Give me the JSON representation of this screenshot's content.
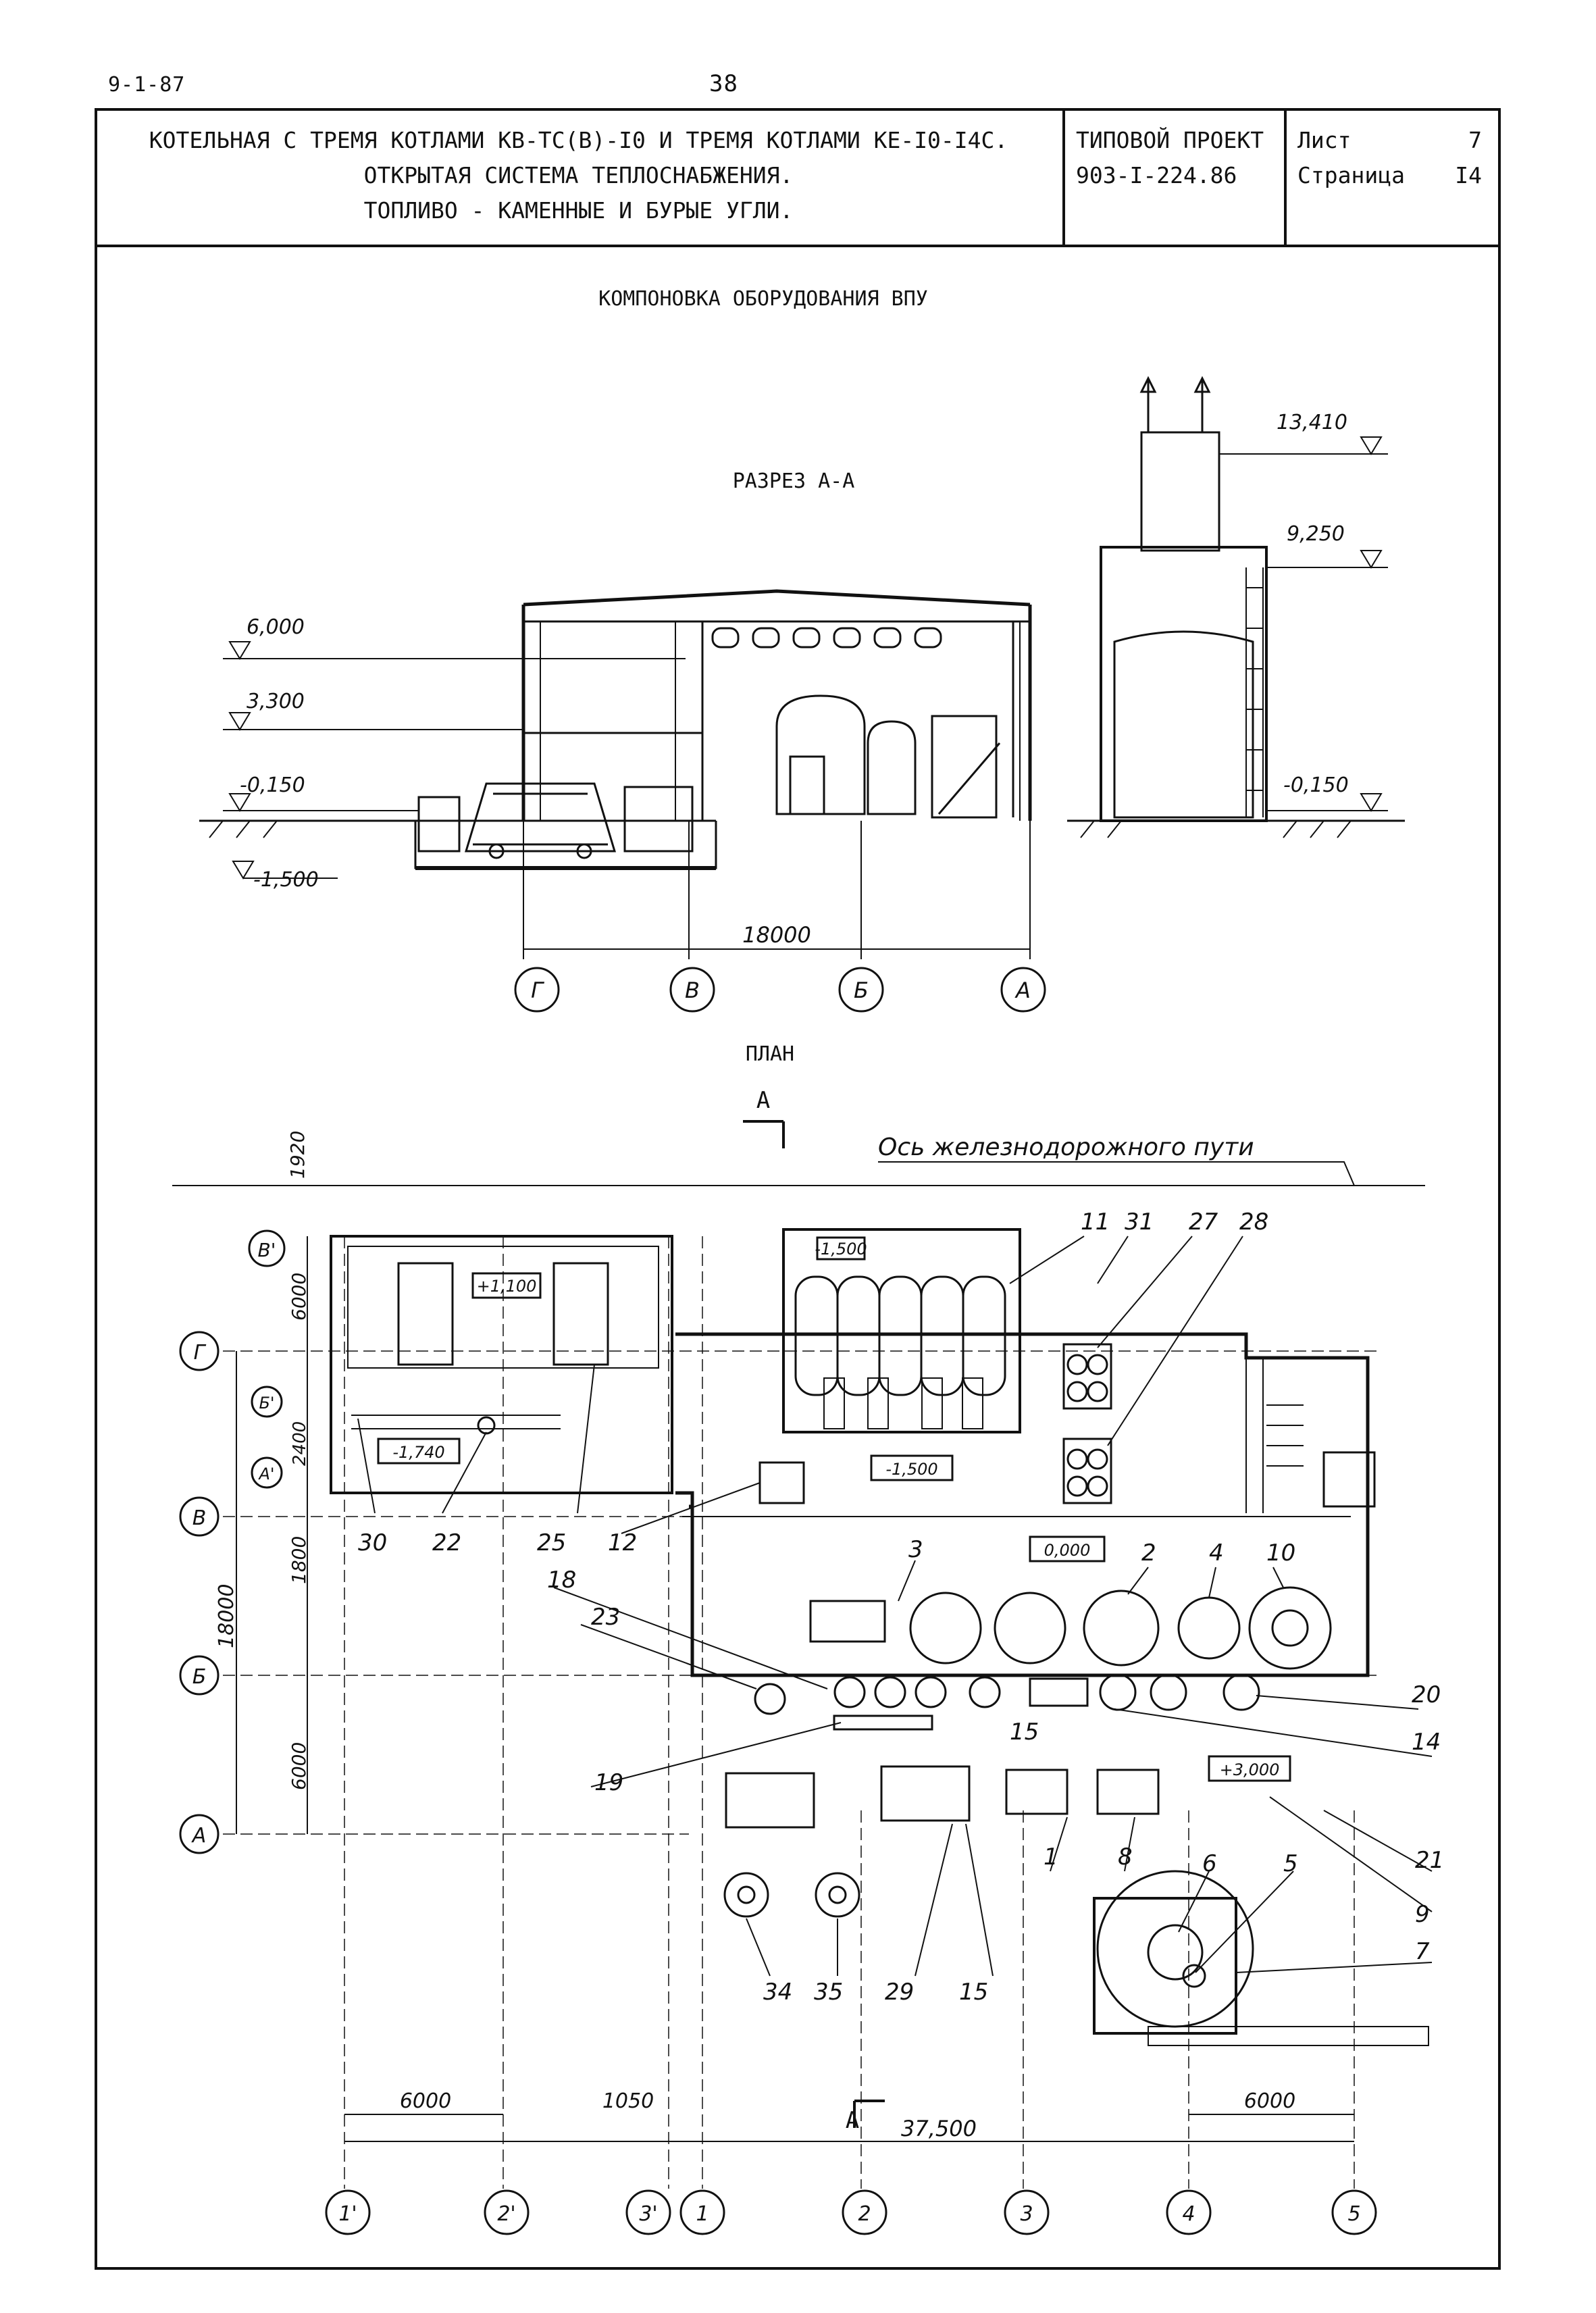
{
  "header": {
    "doc_code": "9-1-87",
    "page_number": "38"
  },
  "title_block": {
    "description_lines": [
      "КОТЕЛЬНАЯ С ТРЕМЯ КОТЛАМИ КВ-ТС(В)-I0 И ТРЕМЯ КОТЛАМИ КЕ-I0-I4С.",
      "ОТКРЫТАЯ СИСТЕМА ТЕПЛОСНАБЖЕНИЯ.",
      "ТОПЛИВО - КАМЕННЫЕ И БУРЫЕ УГЛИ."
    ],
    "project_label": "ТИПОВОЙ ПРОЕКТ",
    "project_number": "903-I-224.86",
    "sheet_label": "Лист",
    "sheet_value": "7",
    "page_label": "Страница",
    "page_value": "I4"
  },
  "drawing": {
    "main_title": "КОМПОНОВКА ОБОРУДОВАНИЯ ВПУ",
    "section_title": "РАЗРЕЗ А-А",
    "plan_title": "ПЛАН",
    "elevations_left": [
      "6,000",
      "3,300",
      "-0,150",
      "-1,500"
    ],
    "elevations_right": [
      "13,410",
      "9,250",
      "-0,150"
    ],
    "section_dimension": "18000",
    "section_axes": [
      "Г",
      "В",
      "Б",
      "А"
    ],
    "railway_label": "Ось железнодорожного пути",
    "cut_mark": "А",
    "plan_dim_1920": "1920",
    "plan_row_labels": [
      "В'",
      "Г",
      "Б'",
      "А'",
      "В",
      "Б",
      "А"
    ],
    "plan_left_dims": [
      "6000",
      "2400",
      "1800",
      "18000",
      "6000"
    ],
    "plan_levels": [
      "+1,100",
      "-1,740",
      "-1,500",
      "-1,500",
      "0,000",
      "+3,000"
    ],
    "plan_bottom_dims": [
      "6000",
      "1050",
      "37,500",
      "6000"
    ],
    "plan_columns": [
      "1'",
      "2'",
      "3'",
      "1",
      "2",
      "3",
      "4",
      "5"
    ],
    "callouts_top": [
      "11",
      "31",
      "27",
      "28"
    ],
    "callouts_left": [
      "30",
      "22",
      "25",
      "12",
      "18",
      "23",
      "3",
      "19"
    ],
    "callouts_mid": [
      "2",
      "4",
      "10",
      "20",
      "14",
      "15",
      "21",
      "9"
    ],
    "callouts_bottom": [
      "34",
      "35",
      "29",
      "15",
      "1",
      "8",
      "6",
      "5",
      "7"
    ]
  }
}
